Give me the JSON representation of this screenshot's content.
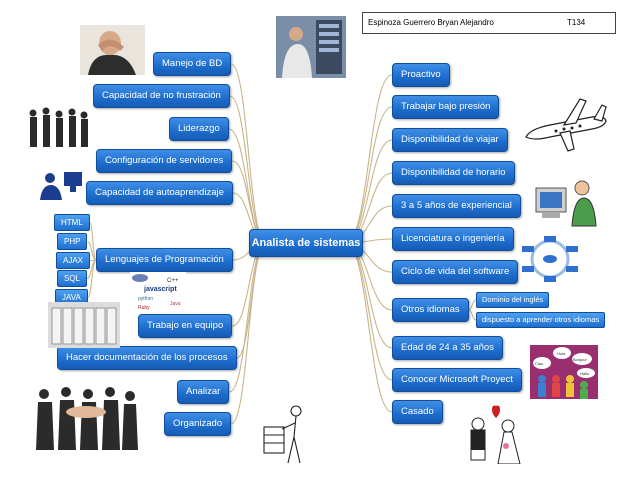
{
  "header": {
    "name": "Espinoza Guerrero Bryan Alejandro",
    "code": "T134"
  },
  "center": "Analista de sistemas",
  "left_branches": [
    "Manejo de BD",
    "Capacidad de no frustración",
    "Liderazgo",
    "Configuración de servidores",
    "Capacidad de autoaprendizaje",
    "Lenguajes de Programación",
    "Trabajo en equipo",
    "Hacer documentación de los procesos",
    "Analizar",
    "Organizado"
  ],
  "languages": [
    "HTML",
    "PHP",
    "AJAX",
    "SQL",
    "JAVA"
  ],
  "right_branches": [
    "Proactivo",
    "Trabajar bajo presión",
    "Disponibilidad de viajar",
    "Disponibilidad de horario",
    "3 a 5 años de experiencial",
    "Licenciatura o ingeniería",
    "Ciclo de vida del software",
    "Otros idiomas",
    "Edad de 24 a 35 años",
    "Conocer Microsoft Proyect",
    "Casado"
  ],
  "languages_sub": [
    "Dominio del inglés",
    "dispuesto a aprender otros idiomas"
  ],
  "logo_texts": [
    "C++",
    "javascript",
    "python",
    "Ruby",
    "Java"
  ],
  "bubble_texts": [
    "Hola",
    "Bonjour",
    "Hallo",
    "Ciao"
  ],
  "colors": {
    "node": "#1f6fcf",
    "connector": "#c9b48a"
  }
}
